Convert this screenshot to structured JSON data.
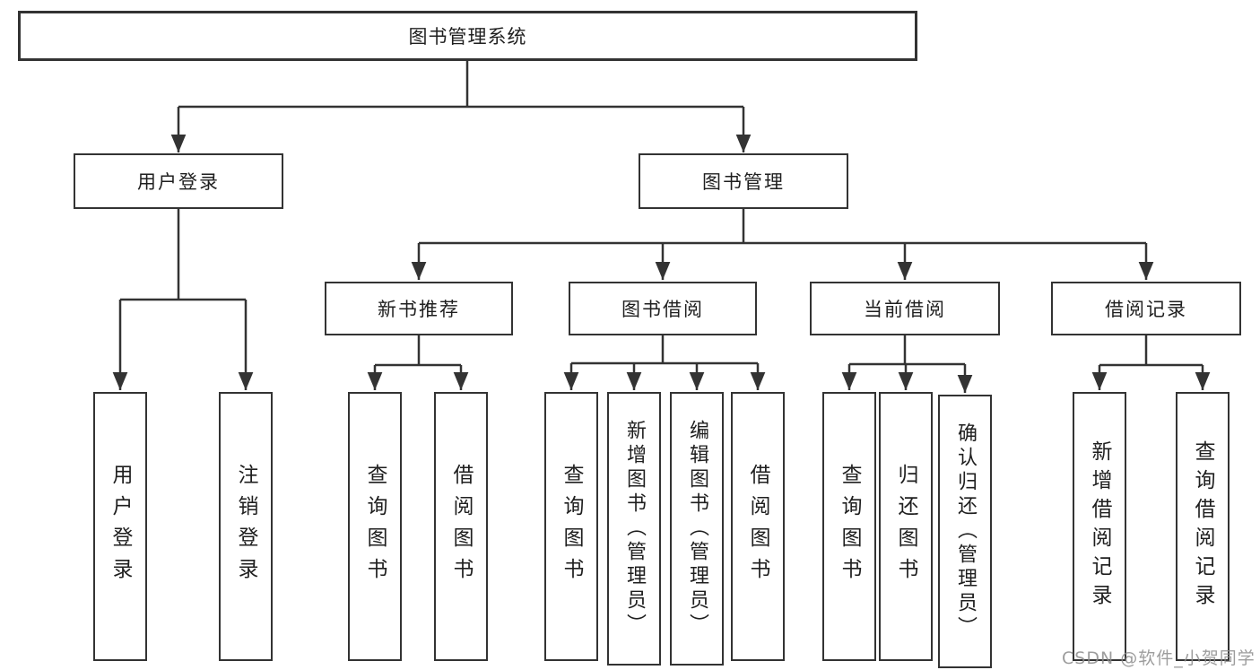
{
  "diagram": {
    "title": "图书管理系统",
    "line_color": "#333333",
    "border_color": "#333333",
    "branches": [
      {
        "label": "用户登录",
        "children": [
          {
            "label": "用户登录"
          },
          {
            "label": "注销登录"
          }
        ]
      },
      {
        "label": "图书管理",
        "children": [
          {
            "label": "新书推荐",
            "children": [
              {
                "label": "查询图书"
              },
              {
                "label": "借阅图书"
              }
            ]
          },
          {
            "label": "图书借阅",
            "children": [
              {
                "label": "查询图书"
              },
              {
                "label": "新增图书（管理员）"
              },
              {
                "label": "编辑图书（管理员）"
              },
              {
                "label": "借阅图书"
              }
            ]
          },
          {
            "label": "当前借阅",
            "children": [
              {
                "label": "查询图书"
              },
              {
                "label": "归还图书"
              },
              {
                "label": "确认归还（管理员）"
              }
            ]
          },
          {
            "label": "借阅记录",
            "children": [
              {
                "label": "新增借阅记录"
              },
              {
                "label": "查询借阅记录"
              }
            ]
          }
        ]
      }
    ]
  },
  "watermark": {
    "text": "CSDN @软件_小贺同学",
    "color": "#8c8c8c"
  }
}
